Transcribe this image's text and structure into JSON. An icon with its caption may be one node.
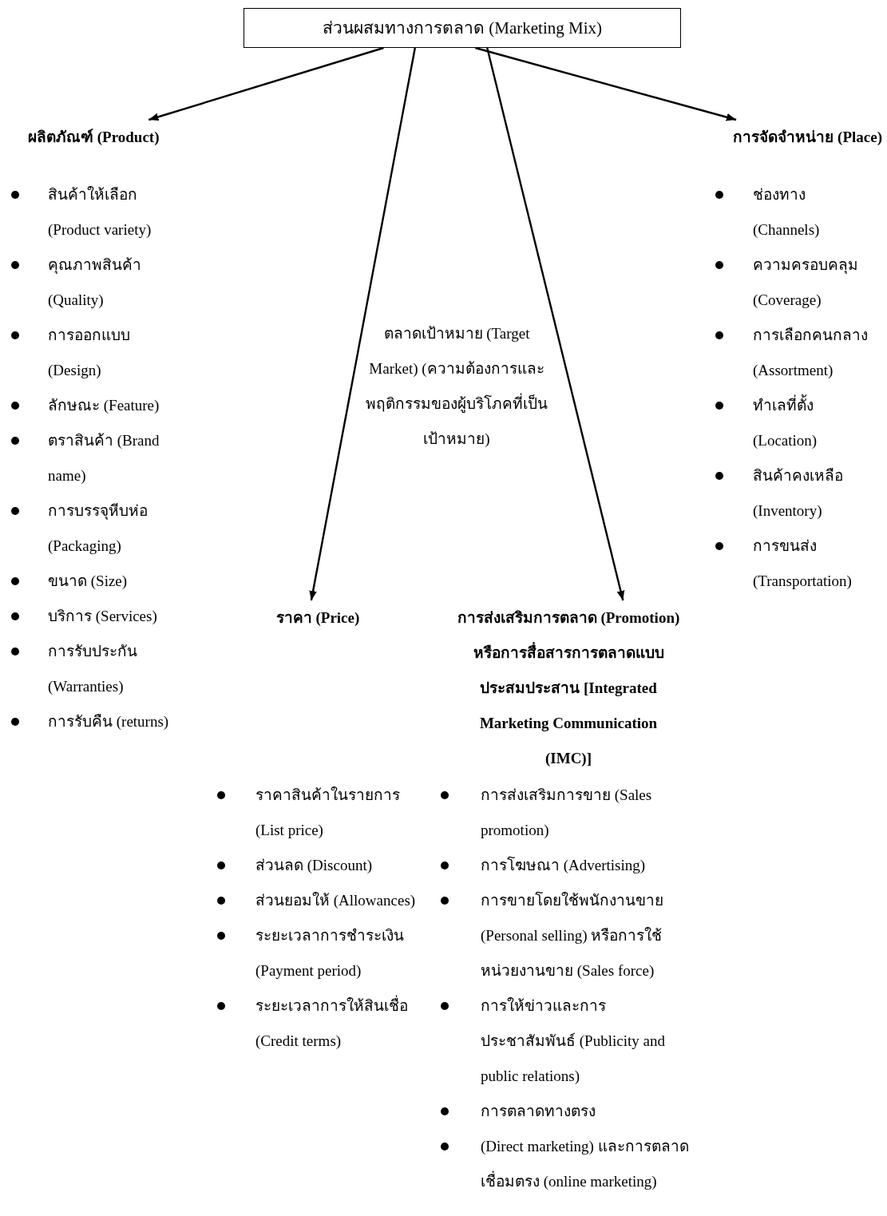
{
  "diagram": {
    "nodes": [
      {
        "text": [
          "ส่วนผสมทางการตลาด (Marketing Mix)"
        ]
      },
      {
        "text": [
          "ผลิตภัณฑ์ (Product)"
        ]
      },
      {
        "text": [
          "การจัดจำหน่าย (Place)"
        ]
      },
      {
        "text": [
          "ราคา (Price)"
        ]
      },
      {
        "text": [
          "การส่งเสริมการตลาด (Promotion) หรือการสื่อสารการตลาดแบบประสมประสาน [Integrated Marketing Communication (IMC)]"
        ]
      }
    ],
    "edges": [
      {
        "from": 0,
        "to": 1,
        "arrow": "to"
      },
      {
        "from": 0,
        "to": 3,
        "arrow": "to"
      },
      {
        "from": 0,
        "to": 4,
        "arrow": "to"
      },
      {
        "from": 0,
        "to": 2,
        "arrow": "to"
      }
    ],
    "labels": [
      "ตลาดเป้าหมาย (Target Market) (ความต้องการและพฤติกรรมของผู้บริโภคที่เป็นเป้าหมาย)",
      "สินค้าให้เลือก (Product variety)",
      "คุณภาพสินค้า (Quality)",
      "การออกแบบ (Design)",
      "ลักษณะ (Feature)",
      "ตราสินค้า (Brand name)",
      "การบรรจุหีบห่อ (Packaging)",
      "ขนาด (Size)",
      "บริการ (Services)",
      "การรับประกัน (Warranties)",
      "การรับคืน (returns)",
      "ช่องทาง (Channels)",
      "ความครอบคลุม (Coverage)",
      "การเลือกคนกลาง (Assortment)",
      "ทำเลที่ตั้ง (Location)",
      "สินค้าคงเหลือ (Inventory)",
      "การขนส่ง (Transportation)",
      "ราคาสินค้าในรายการ (List price)",
      "ส่วนลด (Discount)",
      "ส่วนยอมให้ (Allowances)",
      "ระยะเวลาการชำระเงิน (Payment period)",
      "ระยะเวลาการให้สินเชื่อ (Credit terms)",
      "การส่งเสริมการขาย (Sales promotion)",
      "การโฆษณา (Advertising)",
      "การขายโดยใช้พนักงานขาย (Personal selling) หรือการใช้หน่วยงานขาย (Sales force)",
      "การให้ข่าวและการประชาสัมพันธ์ (Publicity and public relations)",
      "การตลาดทางตรง",
      "(Direct marketing) และการตลาดเชื่อมตรง (online marketing)"
    ]
  }
}
